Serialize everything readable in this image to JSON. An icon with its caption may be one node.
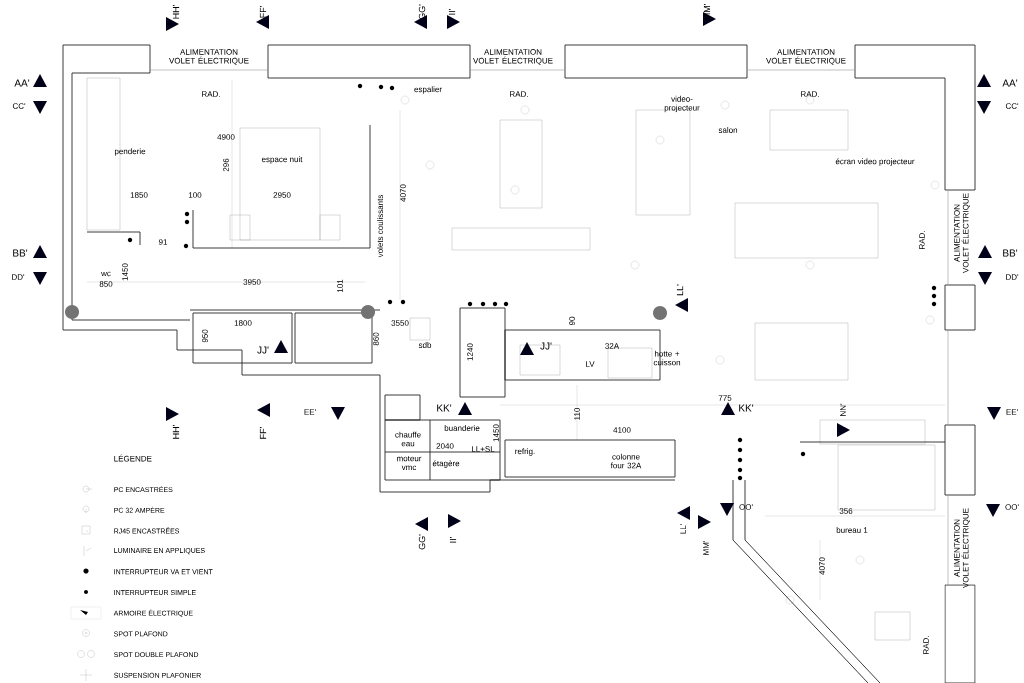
{
  "diagram": {
    "labels": [
      "HH'",
      "FF'",
      "GG'",
      "II'",
      "MM'",
      "ALIMENTATION VOLET ÉLECTRIQUE",
      "ALIMENTATION VOLET ÉLECTRIQUE",
      "ALIMENTATION VOLET ÉLECTRIQUE",
      "AA'",
      "AA'",
      "RAD.",
      "espalier",
      "RAD.",
      "video- projecteur",
      "RAD.",
      "CC'",
      "CC'",
      "4900",
      "salon",
      "penderie",
      "espace nuit",
      "296",
      "écran video projecteur",
      "1850",
      "100",
      "2950",
      "4070",
      "volets coulissants",
      "91",
      "RAD.",
      "ALIMENTATION VOLET ÉLECTRIQUE",
      "BB'",
      "BB'",
      "DD'",
      "wc",
      "850",
      "1450",
      "3950",
      "101",
      "LL'",
      "DD'",
      "1800",
      "3550",
      "90",
      "950",
      "860",
      "sdb",
      "1240",
      "32A",
      "JJ'",
      "JJ'",
      "LV",
      "hotte + cuisson",
      "EE'",
      "KK'",
      "110",
      "775",
      "KK'",
      "NN'",
      "EE'",
      "HH'",
      "FF'",
      "buanderie",
      "1450",
      "4100",
      "LÉGENDE",
      "chauffe eau",
      "moteur vmc",
      "2040",
      "étagère",
      "LL+SL",
      "refrig.",
      "colonne four 32A",
      "OO'",
      "OO'",
      "356",
      "GG'",
      "II'",
      "LL'",
      "bureau 1",
      "MM'",
      "ALIMENTATION VOLET ÉLECTRIQUE",
      "4070",
      "RAD."
    ],
    "legend": [
      {
        "text": "PC ENCASTRÉES"
      },
      {
        "text": "PC 32 AMPÈRE"
      },
      {
        "text": "RJ45 ENCASTRÉES"
      },
      {
        "text": "LUMINAIRE EN APPLIQUES"
      },
      {
        "text": "INTERRUPTEUR VA ET VIENT"
      },
      {
        "text": "INTERRUPTEUR SIMPLE"
      },
      {
        "text": "ARMOIRE ÉLECTRIQUE"
      },
      {
        "text": "SPOT PLAFOND"
      },
      {
        "text": "SPOT DOUBLE PLAFOND"
      },
      {
        "text": "SUSPENSION PLAFONIER"
      }
    ]
  }
}
